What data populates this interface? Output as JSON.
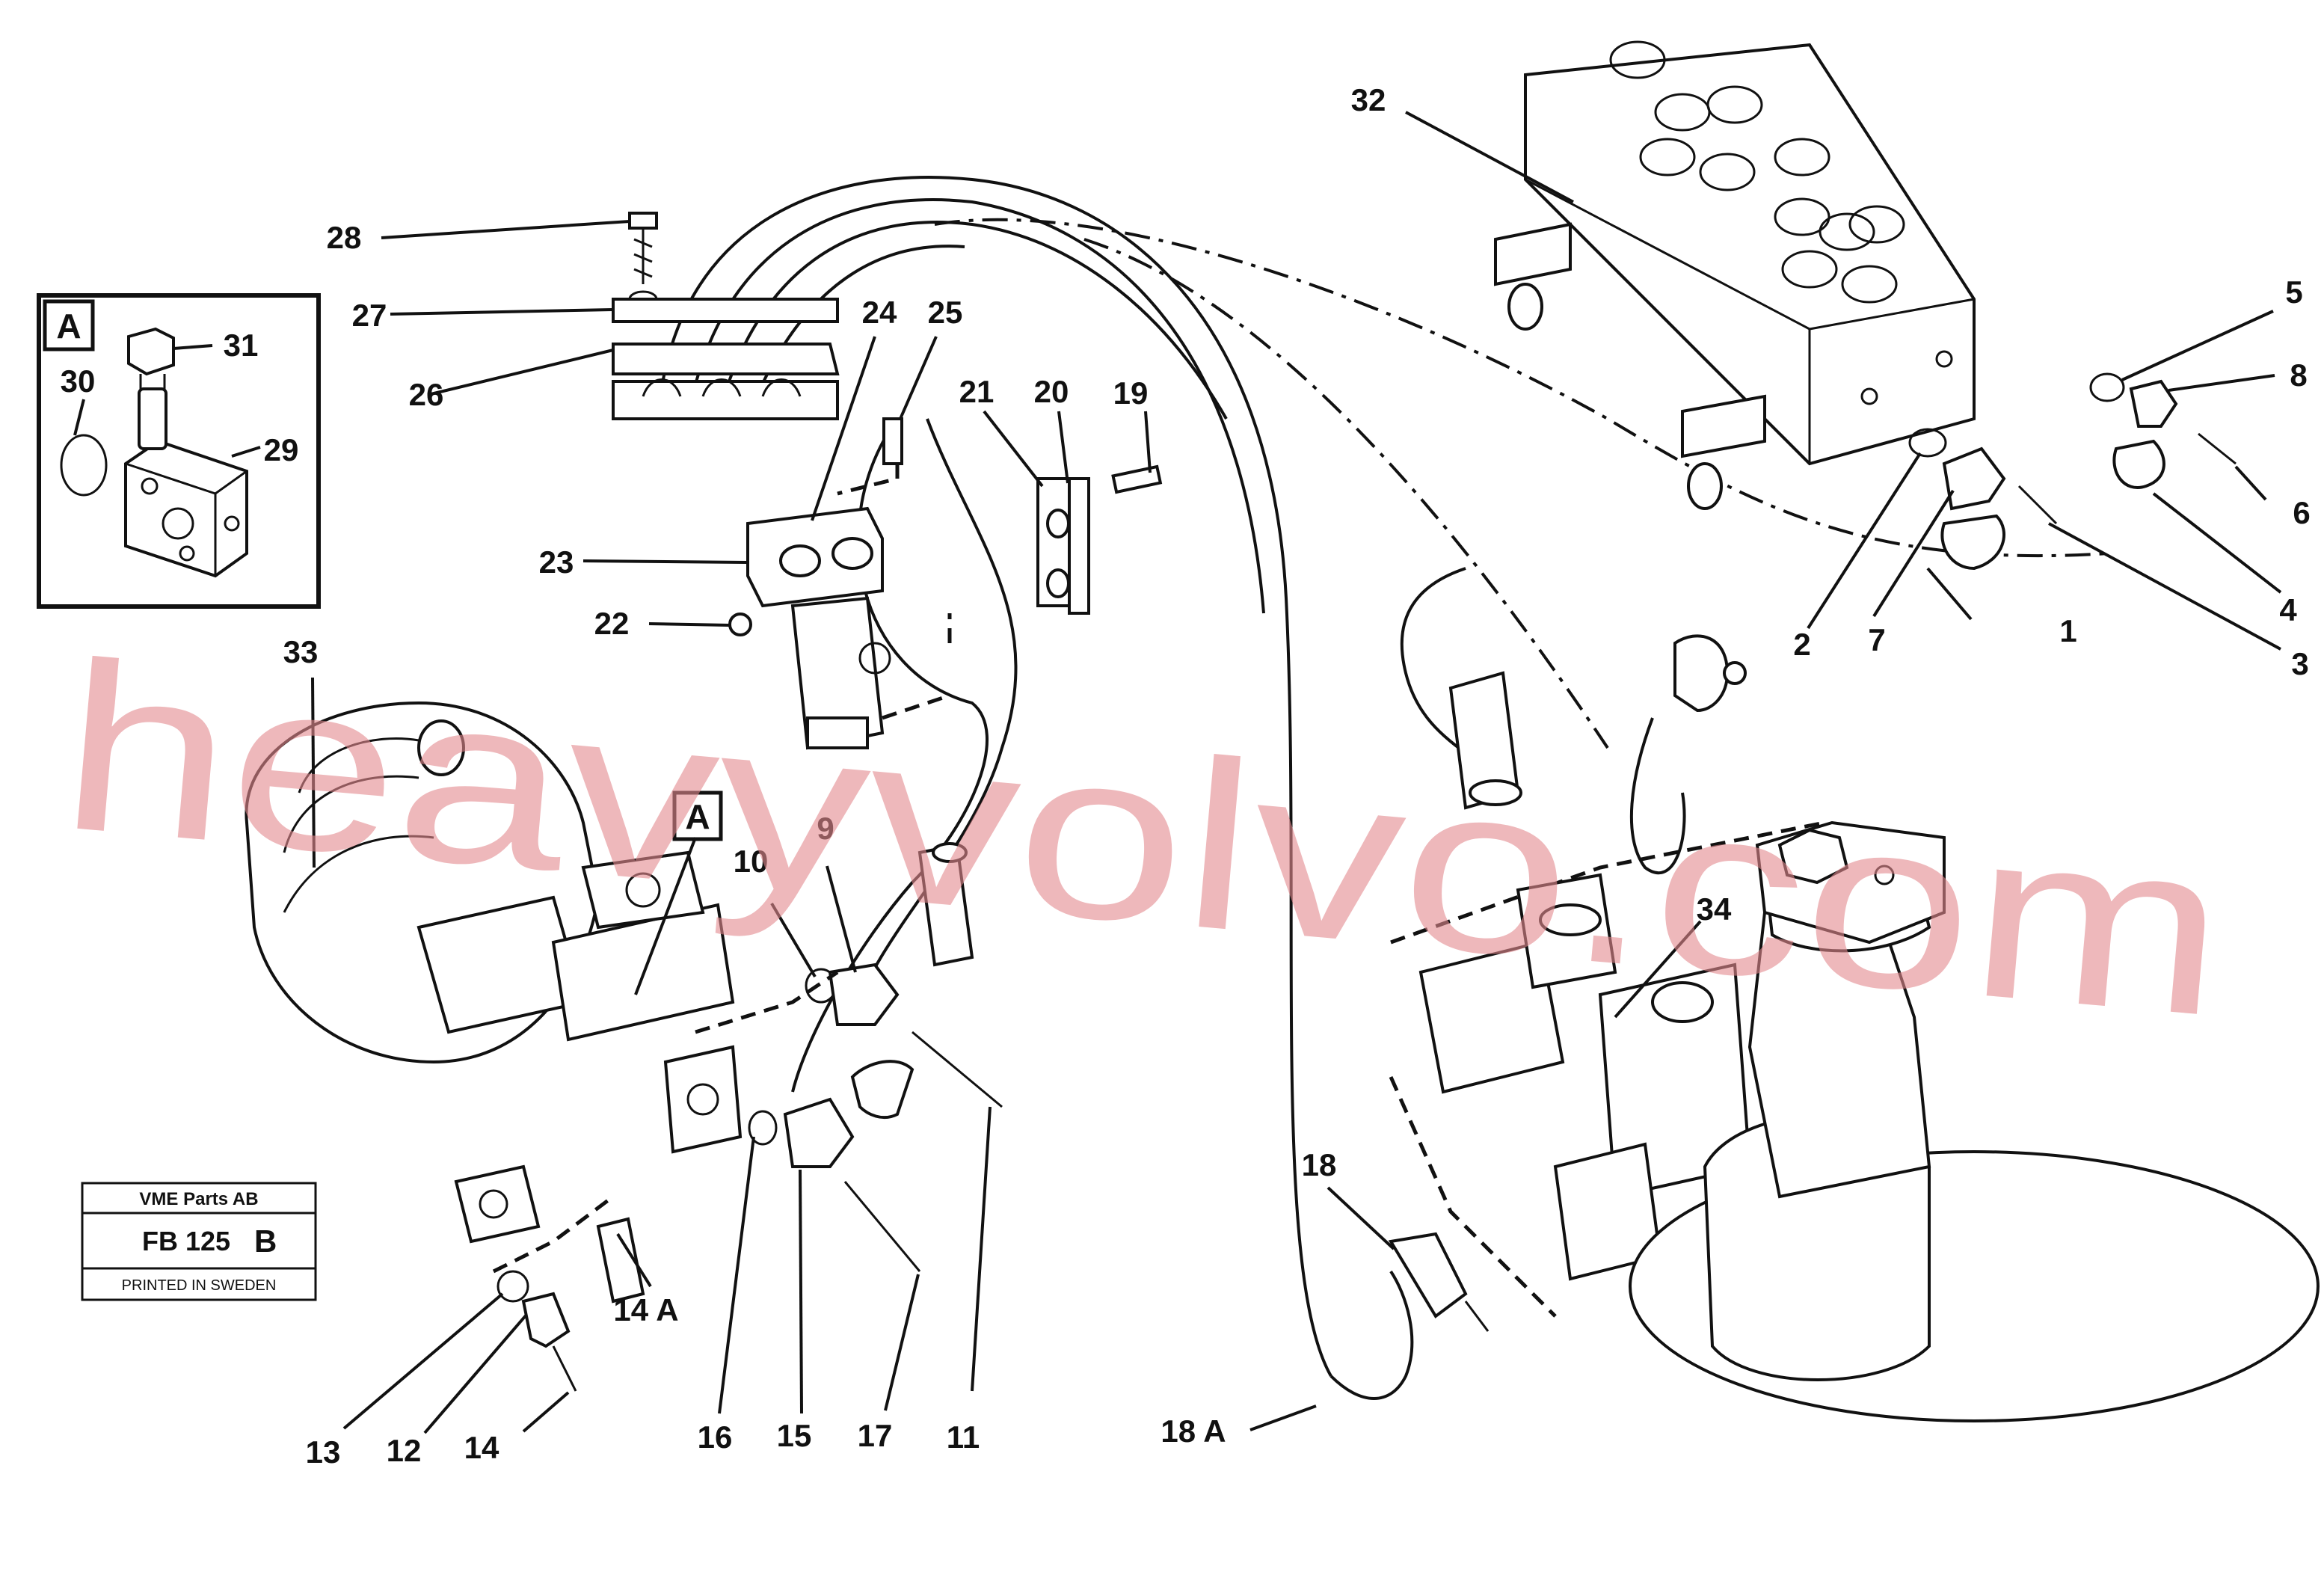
{
  "diagram": {
    "watermark": "heavyvolvo.com",
    "inset": {
      "tag": "A"
    },
    "detail_tag": "A",
    "title_block": {
      "company": "VME Parts AB",
      "code": "FB 125",
      "code_suffix": "B",
      "printed": "PRINTED IN SWEDEN"
    },
    "callouts": [
      {
        "id": "c1",
        "label": "1"
      },
      {
        "id": "c2",
        "label": "2"
      },
      {
        "id": "c3",
        "label": "3"
      },
      {
        "id": "c4",
        "label": "4"
      },
      {
        "id": "c5",
        "label": "5"
      },
      {
        "id": "c6",
        "label": "6"
      },
      {
        "id": "c7",
        "label": "7"
      },
      {
        "id": "c8",
        "label": "8"
      },
      {
        "id": "c9",
        "label": "9"
      },
      {
        "id": "c10",
        "label": "10"
      },
      {
        "id": "c11",
        "label": "11"
      },
      {
        "id": "c12",
        "label": "12"
      },
      {
        "id": "c13",
        "label": "13"
      },
      {
        "id": "c14",
        "label": "14"
      },
      {
        "id": "c14a",
        "label": "14 A"
      },
      {
        "id": "c15",
        "label": "15"
      },
      {
        "id": "c16",
        "label": "16"
      },
      {
        "id": "c17",
        "label": "17"
      },
      {
        "id": "c18",
        "label": "18"
      },
      {
        "id": "c18a",
        "label": "18 A"
      },
      {
        "id": "c19",
        "label": "19"
      },
      {
        "id": "c20",
        "label": "20"
      },
      {
        "id": "c21",
        "label": "21"
      },
      {
        "id": "c22",
        "label": "22"
      },
      {
        "id": "c23",
        "label": "23"
      },
      {
        "id": "c24",
        "label": "24"
      },
      {
        "id": "c25",
        "label": "25"
      },
      {
        "id": "c26",
        "label": "26"
      },
      {
        "id": "c27",
        "label": "27"
      },
      {
        "id": "c28",
        "label": "28"
      },
      {
        "id": "c29",
        "label": "29"
      },
      {
        "id": "c30",
        "label": "30"
      },
      {
        "id": "c31",
        "label": "31"
      },
      {
        "id": "c32",
        "label": "32"
      },
      {
        "id": "c33",
        "label": "33"
      },
      {
        "id": "c34",
        "label": "34"
      }
    ]
  }
}
